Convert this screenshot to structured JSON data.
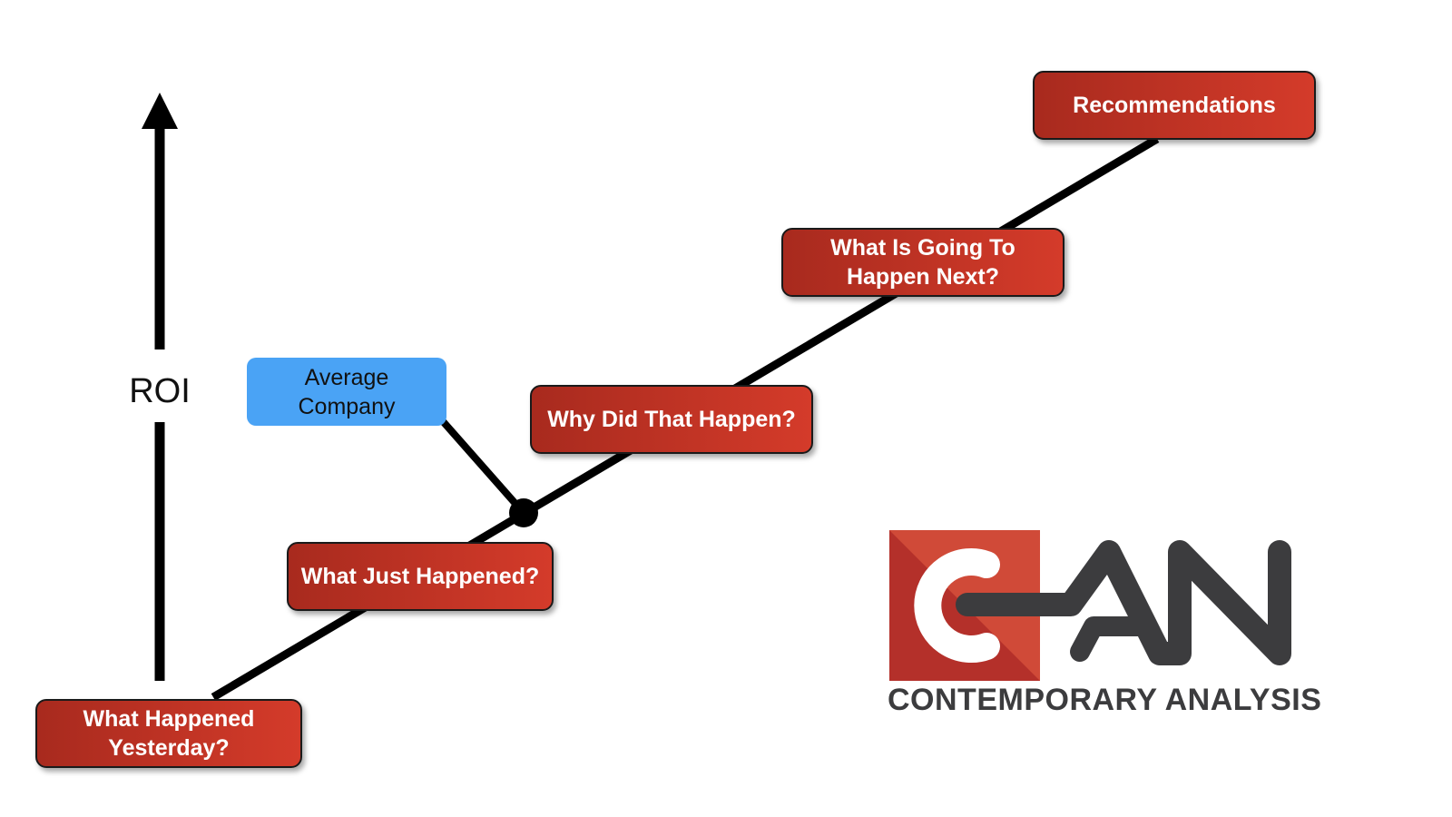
{
  "axis": {
    "label": "ROI"
  },
  "steps": [
    {
      "label": "What Happened Yesterday?"
    },
    {
      "label": "What Just Happened?"
    },
    {
      "label": "Why Did That Happen?"
    },
    {
      "label": "What Is Going To Happen Next?"
    },
    {
      "label": "Recommendations"
    }
  ],
  "marker": {
    "label": "Average Company"
  },
  "logo": {
    "text": "CONTEMPORARY ANALYSIS",
    "mark": "CAN"
  },
  "colors": {
    "step": "#c4321f",
    "marker": "#4aa3f5",
    "logo_red": "#c0392b",
    "logo_gray": "#3c3c3e"
  }
}
